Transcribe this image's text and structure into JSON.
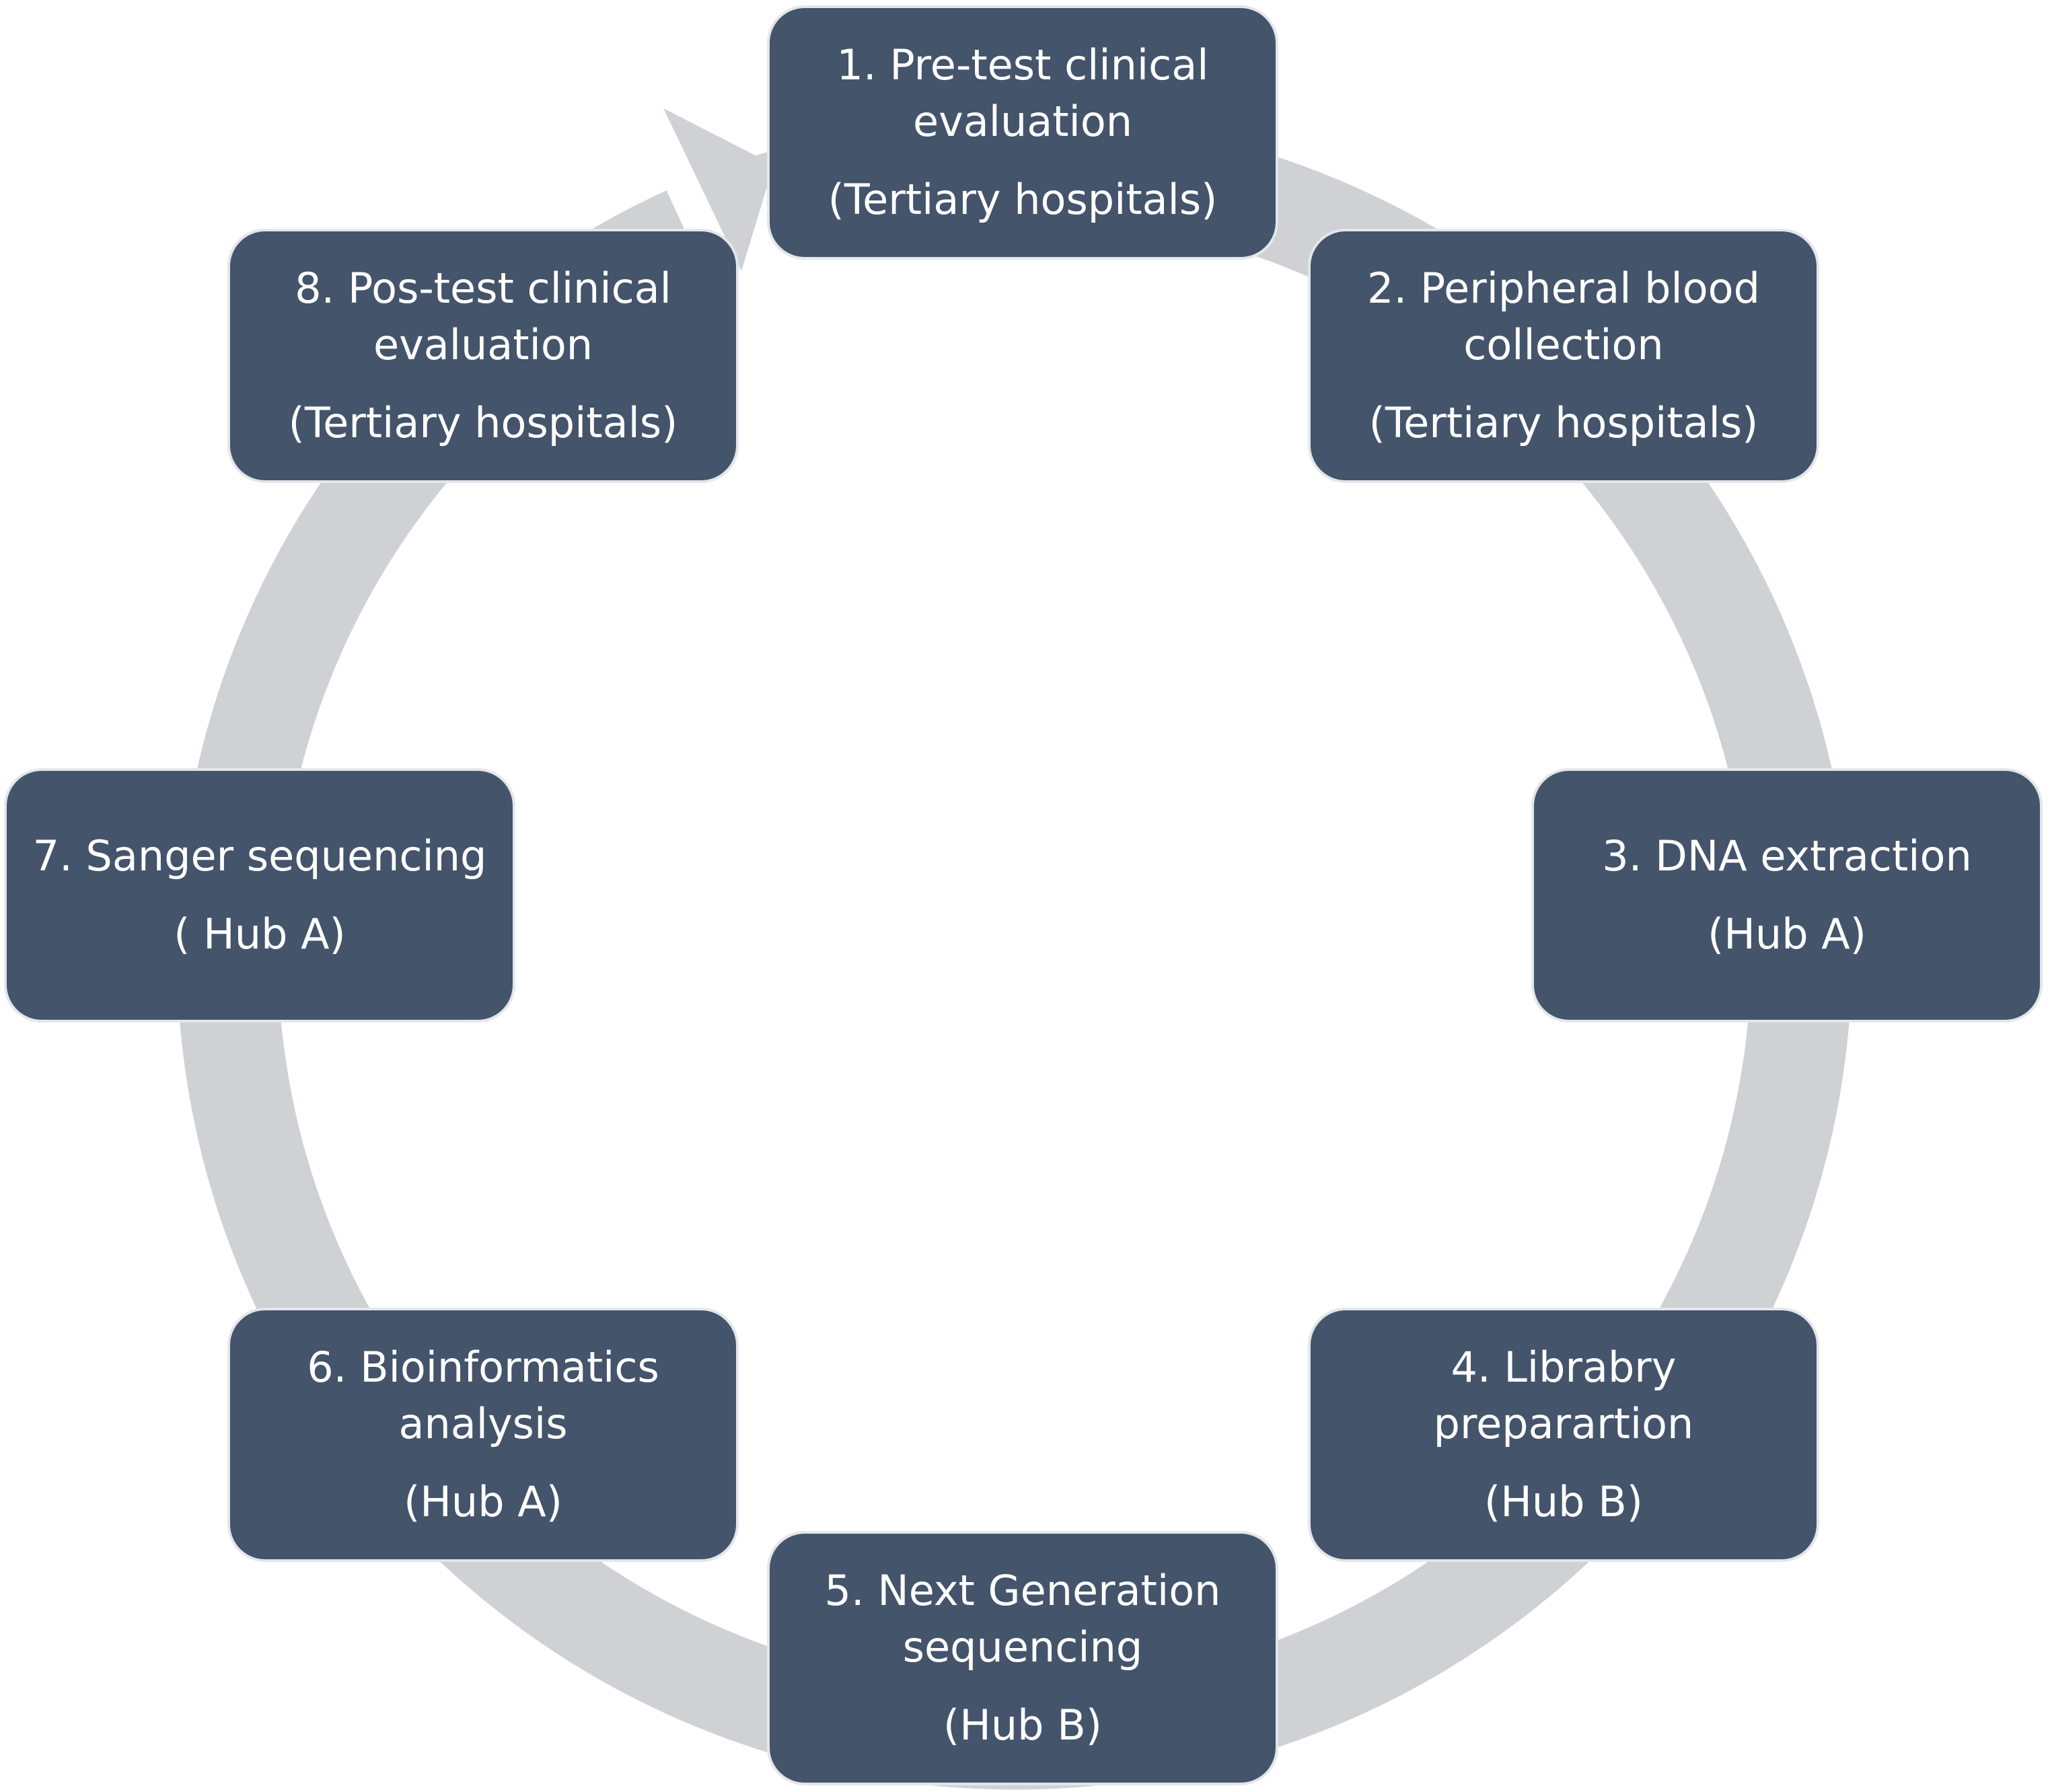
{
  "colors": {
    "box_fill": "#43546b",
    "box_border": "#e3e6ea",
    "box_text": "#ffffff",
    "arrow_ring": "#cfd1d5"
  },
  "steps": [
    {
      "title": "1. Pre-test clinical\nevaluation",
      "location": "(Tertiary hospitals)"
    },
    {
      "title": "2. Peripheral blood\ncollection",
      "location": "(Tertiary hospitals)"
    },
    {
      "title": "3. DNA extraction",
      "location": "(Hub A)"
    },
    {
      "title": "4. Librabry\npreparartion",
      "location": "(Hub B)"
    },
    {
      "title": "5. Next Generation\nsequencing",
      "location": "(Hub B)"
    },
    {
      "title": "6. Bioinformatics\nanalysis",
      "location": "(Hub A)"
    },
    {
      "title": "7. Sanger sequencing",
      "location": "( Hub A)"
    },
    {
      "title": "8. Pos-test clinical\nevaluation",
      "location": "(Tertiary hospitals)"
    }
  ]
}
